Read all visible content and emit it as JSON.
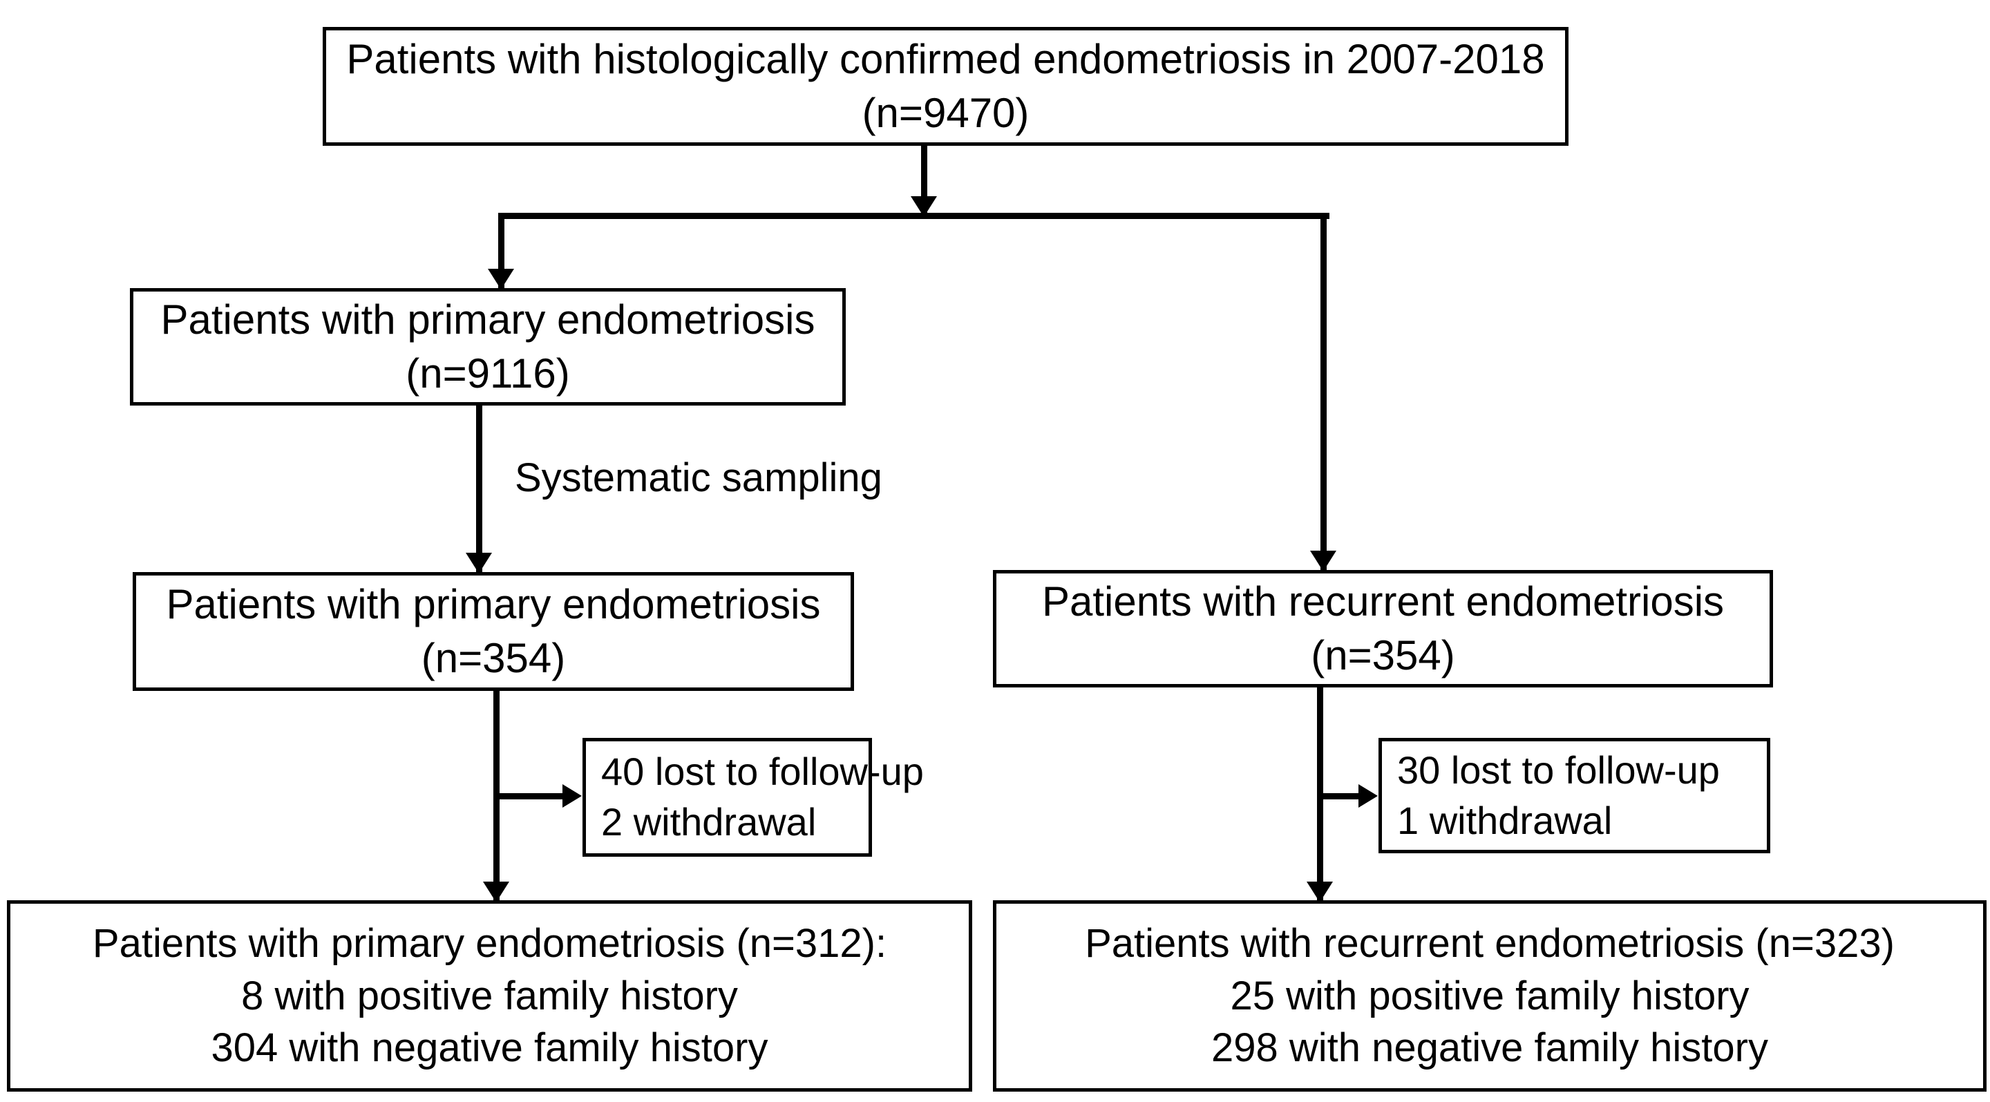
{
  "diagram": {
    "type": "study-flow-chart",
    "title": "Patient selection flow",
    "stroke_color": "#000000",
    "background_color": "#ffffff"
  },
  "nodes": {
    "top": {
      "line1": "Patients with histologically confirmed endometriosis in 2007-2018",
      "line2": "(n=9470)",
      "n": 9470
    },
    "primary_all": {
      "line1": "Patients with primary endometriosis",
      "line2": "(n=9116)",
      "n": 9116
    },
    "primary_sample": {
      "line1": "Patients with primary endometriosis",
      "line2": "(n=354)",
      "n": 354
    },
    "recurrent_sample": {
      "line1": "Patients with recurrent endometriosis",
      "line2": "(n=354)",
      "n": 354
    },
    "primary_loss": {
      "line1": "40 lost to follow-up",
      "line2": "2 withdrawal",
      "lost_to_follow_up": 40,
      "withdrawal": 2
    },
    "recurrent_loss": {
      "line1": "30 lost to follow-up",
      "line2": "1 withdrawal",
      "lost_to_follow_up": 30,
      "withdrawal": 1
    },
    "primary_final": {
      "line1": "Patients with primary endometriosis (n=312):",
      "line2": "8 with positive family history",
      "line3": "304 with negative family history",
      "n": 312,
      "positive_family_history": 8,
      "negative_family_history": 304
    },
    "recurrent_final": {
      "line1": "Patients with recurrent endometriosis (n=323)",
      "line2": "25 with positive family history",
      "line3": "298 with negative family history",
      "n": 323,
      "positive_family_history": 25,
      "negative_family_history": 298
    }
  },
  "edges": {
    "sampling_label": "Systematic sampling"
  }
}
